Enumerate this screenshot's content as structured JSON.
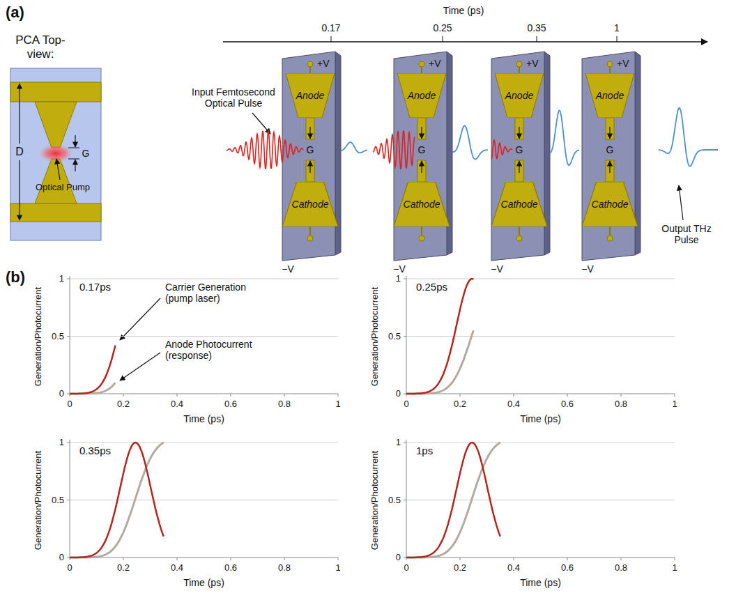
{
  "diagram": {
    "nodes": [
      {
        "text": [
          "Anode"
        ]
      },
      {
        "text": [
          "Cathode"
        ]
      },
      {
        "text": [
          "Anode"
        ]
      },
      {
        "text": [
          "Cathode"
        ]
      },
      {
        "text": [
          "Anode"
        ]
      },
      {
        "text": [
          "Cathode"
        ]
      },
      {
        "text": [
          "Anode"
        ]
      },
      {
        "text": [
          "Cathode"
        ]
      }
    ],
    "labels": [
      "(a)",
      "PCA Top-view:",
      "D",
      "G",
      "Optical Pump",
      "Time (ps)",
      "0.17",
      "0.25",
      "0.35",
      "1",
      "Input Femtosecond Optical Pulse",
      "+V",
      "G",
      "−V",
      "+V",
      "G",
      "−V",
      "+V",
      "G",
      "−V",
      "+V",
      "G",
      "−V",
      "Output THz Pulse",
      "(b)",
      "0.17ps",
      "Generation/Photocurrent",
      "Time (ps)",
      "0",
      "0.5",
      "1",
      "0",
      "0.2",
      "0.4",
      "0.6",
      "0.8",
      "1",
      "0.25ps",
      "Generation/Photocurrent",
      "Time (ps)",
      "0",
      "0.5",
      "1",
      "0",
      "0.2",
      "0.4",
      "0.6",
      "0.8",
      "1",
      "0.35ps",
      "Generation/Photocurrent",
      "Time (ps)",
      "0",
      "0.5",
      "1",
      "0",
      "0.2",
      "0.4",
      "0.6",
      "0.8",
      "1",
      "1ps",
      "Generation/Photocurrent",
      "Time (ps)",
      "0",
      "0.5",
      "1",
      "0",
      "0.2",
      "0.4",
      "0.6",
      "0.8",
      "1",
      "Carrier Generation (pump laser)",
      "Anode Photocurrent (response)"
    ]
  }
}
